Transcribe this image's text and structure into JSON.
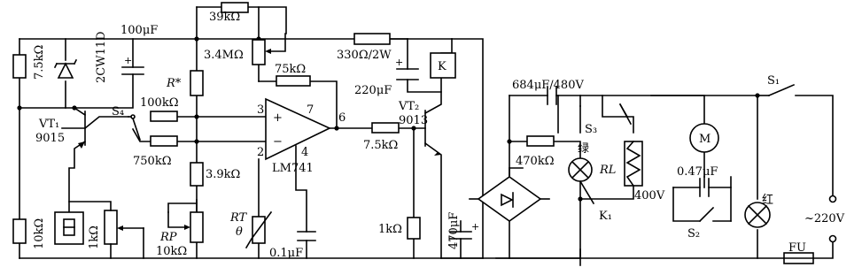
{
  "labels": {
    "c_100u": "100μF",
    "r_39k": "39kΩ",
    "r_3_4M": "3.4MΩ",
    "r_75k": "75kΩ",
    "r_330": "330Ω/2W",
    "relay_k": "K",
    "c_220u": "220μF",
    "r_7_5k_left": "7.5kΩ",
    "zener": "2CW11D",
    "vt1": "VT₁",
    "vt1_type": "9015",
    "s4": "S₄",
    "r_star": "R*",
    "r_100k": "100kΩ",
    "r_750k": "750kΩ",
    "r_3_9k": "3.9kΩ",
    "opamp": "LM741",
    "pin3": "3",
    "pin2": "2",
    "pin7": "7",
    "pin4": "4",
    "pin6": "6",
    "r_7_5k_mid": "7.5kΩ",
    "vt2": "VT₂",
    "vt2_type": "9013",
    "r_10k": "10kΩ",
    "r_1k_pot": "1kΩ",
    "rp": "RP",
    "rp_val": "10kΩ",
    "rt": "RT",
    "theta": "θ",
    "c_0_1u": "0.1μF",
    "r_1k": "1kΩ",
    "c_470u": "470μF",
    "c_684u": "684μF/480V",
    "r_470k": "470kΩ",
    "green": "绿",
    "rl": "RL",
    "rl_v": "400V",
    "s3": "S₃",
    "k1": "K₁",
    "motor": "M",
    "c_0_47u": "0.47μF",
    "s2": "S₂",
    "red": "红",
    "s1": "S₁",
    "mains": "~220V",
    "fuse": "FU"
  }
}
